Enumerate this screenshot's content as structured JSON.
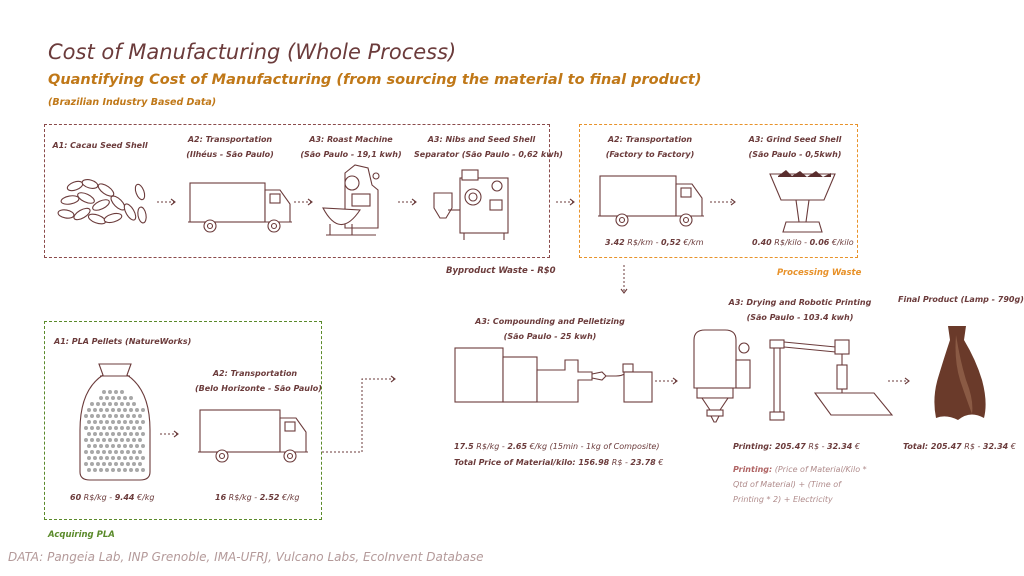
{
  "title": "Cost of Manufacturing (Whole Process)",
  "subtitle": "Quantifying Cost of Manufacturing (from sourcing the material to final product)",
  "note": "(Brazilian Industry Based Data)",
  "cacao_group": {
    "steps": [
      {
        "label_l1": "A1: Cacau Seed Shell",
        "label_l2": "",
        "icon": "cacao-seeds-icon"
      },
      {
        "label_l1": "A2: Transportation",
        "label_l2": "(Ilhéus - São Paulo)",
        "icon": "truck-icon"
      },
      {
        "label_l1": "A3: Roast Machine",
        "label_l2": "(São Paulo - 19,1 kwh)",
        "icon": "roast-machine-icon"
      },
      {
        "label_l1": "A3: Nibs and Seed Shell",
        "label_l2": "Separator (São Paulo - 0,62 kwh)",
        "icon": "separator-machine-icon"
      }
    ],
    "waste_label": "Byproduct Waste - R$0"
  },
  "processing_group": {
    "steps": [
      {
        "label_l1": "A2: Transportation",
        "label_l2": "(Factory to Factory)",
        "icon": "truck-icon",
        "price_a": "3.42",
        "price_a_unit": " R$/km - ",
        "price_b": "0,52",
        "price_b_unit": " €/km"
      },
      {
        "label_l1": "A3: Grind Seed Shell",
        "label_l2": "(São Paulo - 0,5kwh)",
        "icon": "grinder-icon",
        "price_a": "0.40",
        "price_a_unit": " R$/kilo - ",
        "price_b": "0.06",
        "price_b_unit": " €/kilo"
      }
    ],
    "section_label": "Processing Waste"
  },
  "pla_group": {
    "steps": [
      {
        "label_l1": "A1: PLA Pellets (NatureWorks)",
        "icon": "pellet-bag-icon",
        "price_a": "60",
        "price_a_unit": " R$/kg - ",
        "price_b": "9.44",
        "price_b_unit": " €/kg"
      },
      {
        "label_l1": "A2: Transportation",
        "label_l2": "(Belo Horizonte - São Paulo)",
        "icon": "truck-icon",
        "price_a": "16",
        "price_a_unit": " R$/kg - ",
        "price_b": "2.52",
        "price_b_unit": " €/kg"
      }
    ],
    "section_label": "Acquiring PLA"
  },
  "compounding": {
    "label_l1": "A3: Compounding and Pelletizing",
    "label_l2": "(São Paulo - 25 kwh)",
    "icon": "extruder-icon",
    "price_a": "17.5",
    "price_a_unit": " R$/kg - ",
    "price_b": "2.65",
    "price_b_unit": " €/kg (15min - 1kg of Composite)",
    "total_label": "Total Price of Material/kilo: 156.98",
    "total_a_unit": " R$ - ",
    "total_b": "23.78",
    "total_b_unit": " €"
  },
  "printing": {
    "label_l1": "A3: Drying and Robotic Printing",
    "label_l2": "(São Paulo - 103.4 kwh)",
    "icon": "robotic-printer-icon",
    "price_label": "Printing: 205.47",
    "price_a_unit": " R$ - ",
    "price_b": "32.34",
    "price_b_unit": " €",
    "formula_label": "Printing:",
    "formula_text": " (Price of Material/Kilo * Qtd of Material) + (Time of Printing * 2) + Electricity"
  },
  "final_product": {
    "label": "Final Product (Lamp - 790g)",
    "icon": "lamp-icon",
    "total_label": "Total: 205.47",
    "total_a_unit": " R$ - ",
    "total_b": "32.34",
    "total_b_unit": " €"
  },
  "footer": "DATA: Pangeia Lab, INP Grenoble, IMA-UFRJ, Vulcano Labs, EcoInvent Database",
  "colors": {
    "primary": "#6b3b3b",
    "orange": "#e8922a",
    "green": "#5a8a2a",
    "brown_box": "#8a4a4a",
    "lamp": "#6a3a2a"
  }
}
